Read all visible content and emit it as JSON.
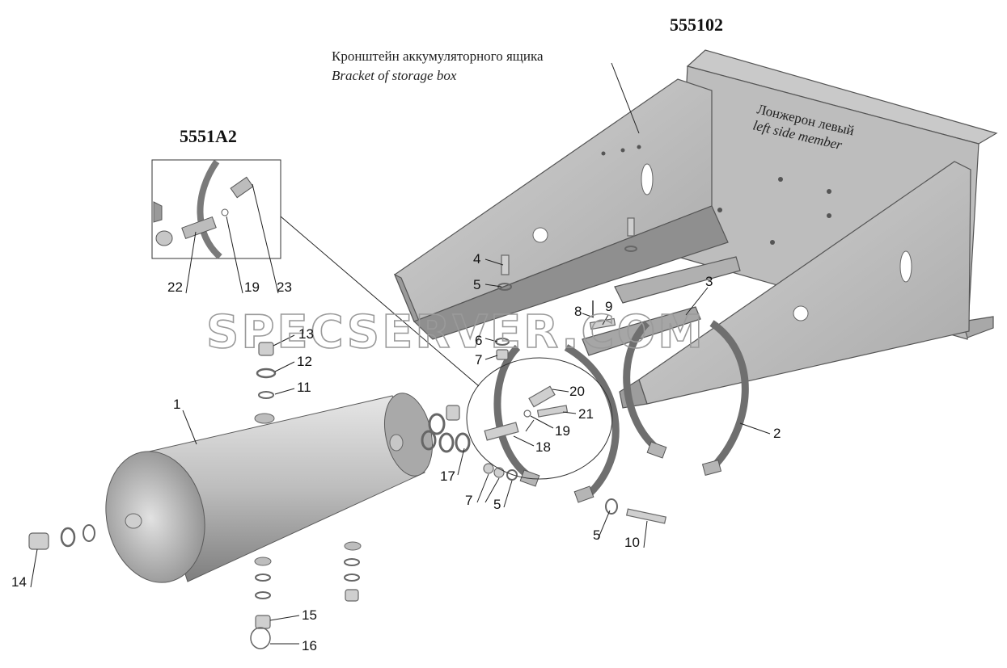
{
  "assemblies": {
    "main": "555102",
    "inset": "5551A2"
  },
  "notes": {
    "bracket_ru": "Кронштейн аккумуляторного ящика",
    "bracket_en": "Bracket of storage box",
    "member_ru": "Лонжерон левый",
    "member_en": "left side member"
  },
  "watermark": "SPECSERVER.COM",
  "callouts": {
    "c1": "1",
    "c2": "2",
    "c3": "3",
    "c4": "4",
    "c5a": "5",
    "c5b": "5",
    "c5c": "5",
    "c6": "6",
    "c7a": "7",
    "c7b": "7",
    "c8": "8",
    "c9": "9",
    "c10": "10",
    "c11": "11",
    "c12": "12",
    "c13": "13",
    "c14": "14",
    "c15": "15",
    "c16": "16",
    "c17": "17",
    "c18": "18",
    "c19a": "19",
    "c19b": "19",
    "c20": "20",
    "c21": "21",
    "c22": "22",
    "c23": "23"
  },
  "colors": {
    "metal_light": "#d9d9d9",
    "metal_mid": "#b8b8b8",
    "metal_dark": "#8a8a8a",
    "outline": "#555555"
  }
}
